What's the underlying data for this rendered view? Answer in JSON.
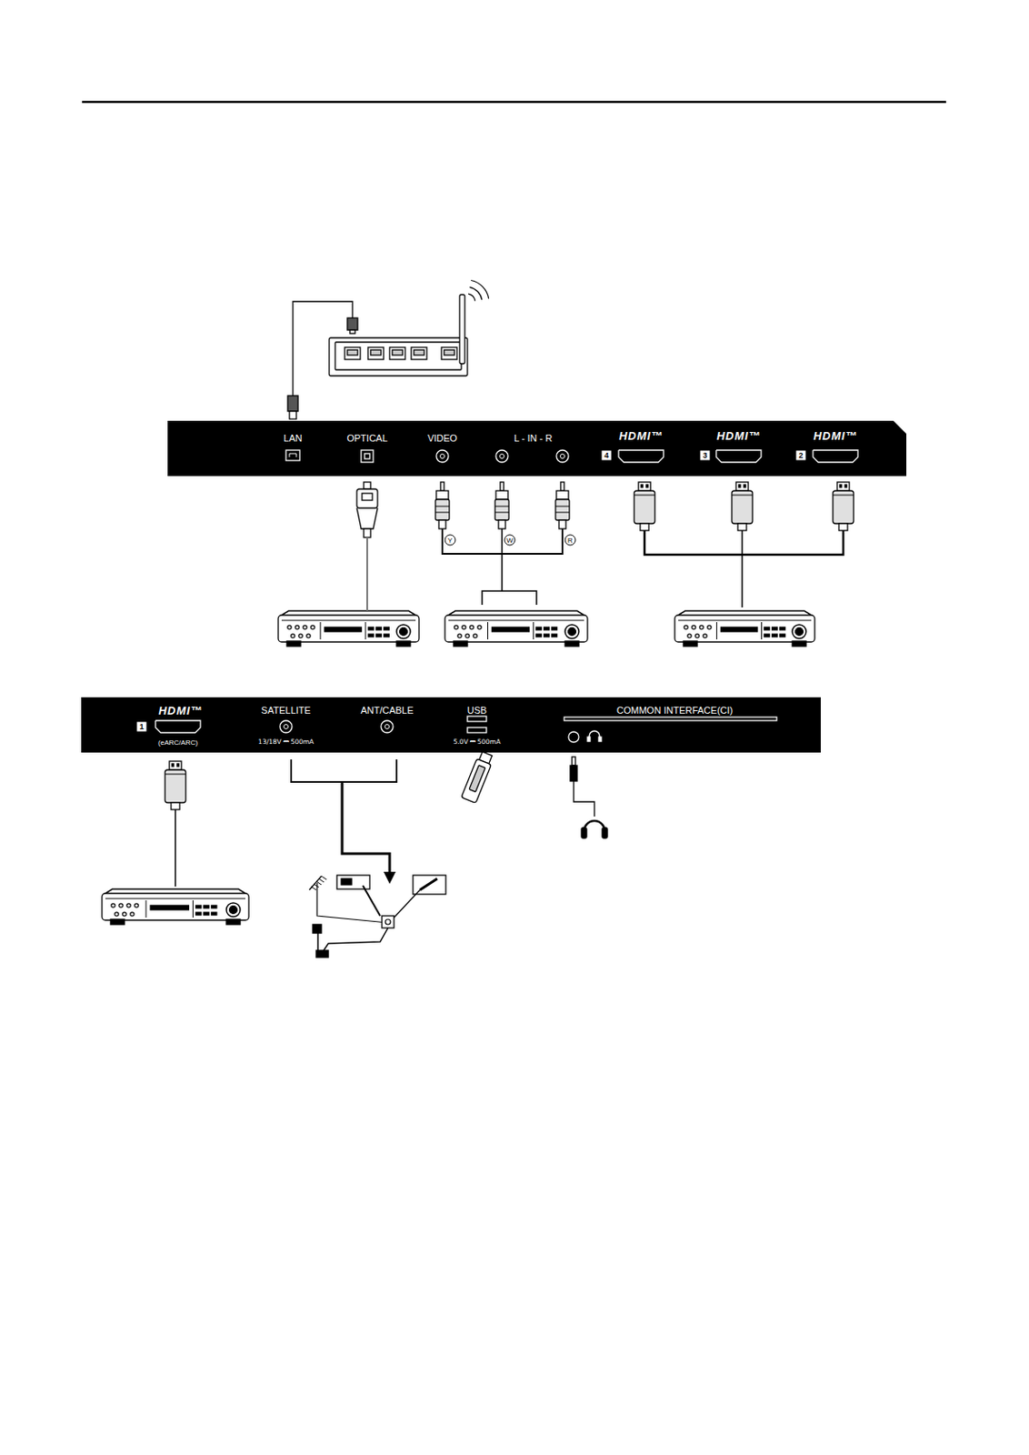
{
  "diagram": {
    "nodes": [
      {
        "text": [
          "LAN",
          "OPTICAL",
          "VIDEO",
          "L - IN - R",
          "HDMI™",
          "4",
          "HDMI™",
          "3",
          "HDMI™",
          "2"
        ]
      },
      {
        "text": [
          "HDMI™",
          "1",
          "(eARC/ARC)",
          "SATELLITE",
          "13/18V ⎓ 500mA",
          "ANT/CABLE",
          "USB",
          "5.0V ⎓ 500mA",
          "COMMON INTERFACE(CI)"
        ]
      }
    ],
    "labels": [
      "Y",
      "W",
      "R"
    ]
  }
}
